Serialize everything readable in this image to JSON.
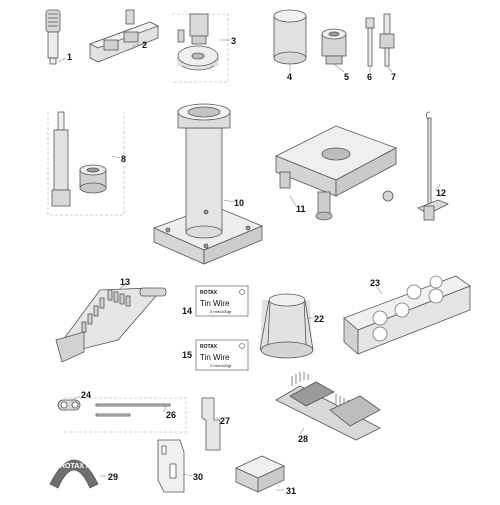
{
  "callouts": {
    "n1": "1",
    "n2": "2",
    "n3": "3",
    "n4": "4",
    "n5": "5",
    "n6": "6",
    "n7": "7",
    "n8": "8",
    "n10": "10",
    "n11": "11",
    "n12": "12",
    "n13": "13",
    "n14": "14",
    "n15": "15",
    "n22": "22",
    "n23": "23",
    "n24": "24",
    "n26": "26",
    "n27": "27",
    "n28": "28",
    "n29": "29",
    "n30": "30",
    "n31": "31"
  },
  "cards": {
    "card14": {
      "brand": "ROTAX",
      "title": "Tin Wire",
      "spec": "3 mm/100gr"
    },
    "card15": {
      "brand": "ROTAX",
      "title": "Tin Wire",
      "spec": "2 mm/100gr"
    }
  },
  "tool29_text": "ROTAX MAX",
  "colors": {
    "line": "#555555",
    "fill": "#e6e6e6",
    "dark": "#8a8a8a",
    "dash": "#c4c4c4"
  }
}
